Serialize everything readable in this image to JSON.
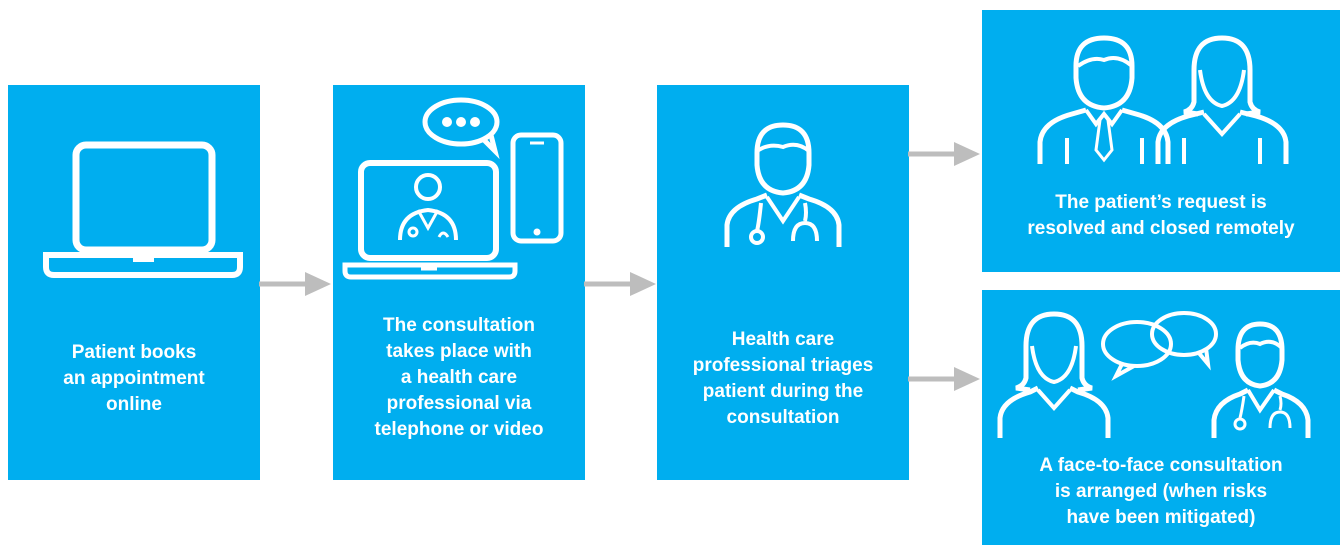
{
  "colors": {
    "box": "#00aeef",
    "arrow": "#bdbdbd",
    "text": "#ffffff"
  },
  "steps": [
    {
      "id": "book",
      "icon": "laptop-icon",
      "lines": [
        "Patient books",
        "an appointment",
        "online"
      ]
    },
    {
      "id": "consult",
      "icon": "video-consultation-icon",
      "lines": [
        "The consultation",
        "takes place with",
        "a health care",
        "professional via",
        "telephone or video"
      ]
    },
    {
      "id": "triage",
      "icon": "doctor-icon",
      "lines": [
        "Health care",
        "professional triages",
        "patient during the",
        "consultation"
      ]
    }
  ],
  "outcomes": [
    {
      "id": "remote",
      "icon": "patients-icon",
      "lines": [
        "The patient’s request is",
        "resolved and closed remotely"
      ]
    },
    {
      "id": "face",
      "icon": "face-to-face-icon",
      "lines": [
        "A face-to-face consultation",
        "is arranged (when risks",
        "have been mitigated)"
      ]
    }
  ]
}
